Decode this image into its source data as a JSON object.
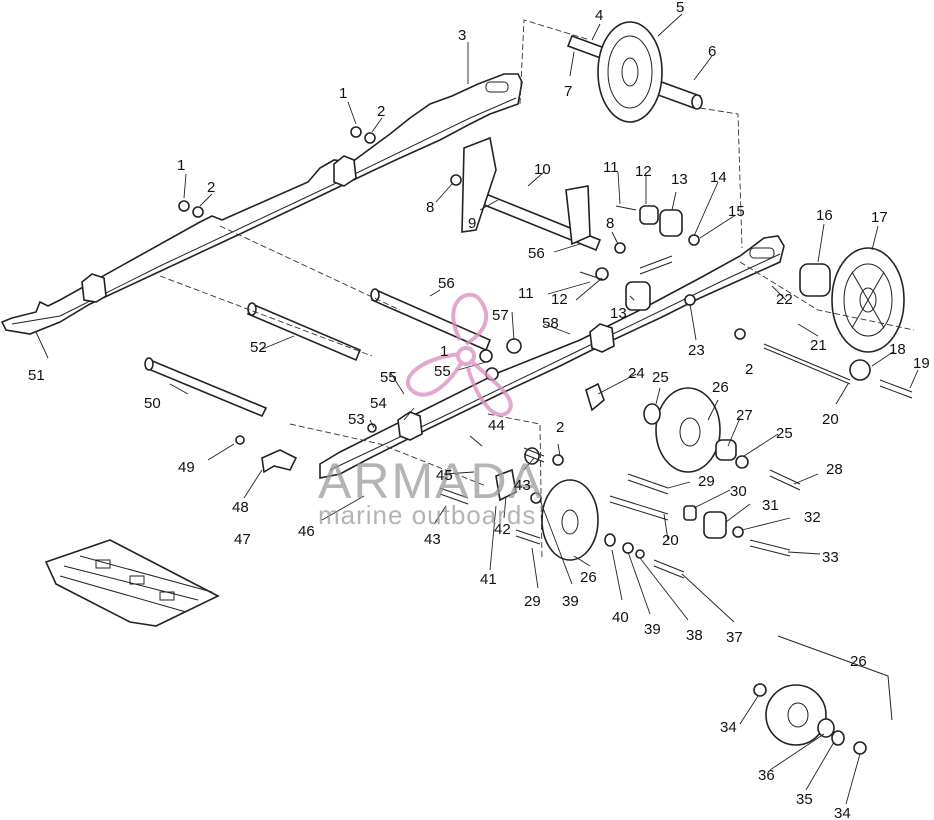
{
  "callouts": [
    {
      "id": "c1a",
      "text": "1"
    },
    {
      "id": "c1b",
      "text": "1"
    },
    {
      "id": "c1c",
      "text": "1"
    },
    {
      "id": "c2a",
      "text": "2"
    },
    {
      "id": "c2b",
      "text": "2"
    },
    {
      "id": "c2c",
      "text": "2"
    },
    {
      "id": "c2d",
      "text": "2"
    },
    {
      "id": "c3",
      "text": "3"
    },
    {
      "id": "c4",
      "text": "4"
    },
    {
      "id": "c5",
      "text": "5"
    },
    {
      "id": "c6",
      "text": "6"
    },
    {
      "id": "c7",
      "text": "7"
    },
    {
      "id": "c8a",
      "text": "8"
    },
    {
      "id": "c8b",
      "text": "8"
    },
    {
      "id": "c9",
      "text": "9"
    },
    {
      "id": "c10",
      "text": "10"
    },
    {
      "id": "c11a",
      "text": "11"
    },
    {
      "id": "c11b",
      "text": "11"
    },
    {
      "id": "c12a",
      "text": "12"
    },
    {
      "id": "c12b",
      "text": "12"
    },
    {
      "id": "c13a",
      "text": "13"
    },
    {
      "id": "c13b",
      "text": "13"
    },
    {
      "id": "c14",
      "text": "14"
    },
    {
      "id": "c15",
      "text": "15"
    },
    {
      "id": "c16",
      "text": "16"
    },
    {
      "id": "c17",
      "text": "17"
    },
    {
      "id": "c18",
      "text": "18"
    },
    {
      "id": "c19",
      "text": "19"
    },
    {
      "id": "c20a",
      "text": "20"
    },
    {
      "id": "c20b",
      "text": "20"
    },
    {
      "id": "c21",
      "text": "21"
    },
    {
      "id": "c22",
      "text": "22"
    },
    {
      "id": "c23",
      "text": "23"
    },
    {
      "id": "c24",
      "text": "24"
    },
    {
      "id": "c25a",
      "text": "25"
    },
    {
      "id": "c25b",
      "text": "25"
    },
    {
      "id": "c26a",
      "text": "26"
    },
    {
      "id": "c26b",
      "text": "26"
    },
    {
      "id": "c26c",
      "text": "26"
    },
    {
      "id": "c27",
      "text": "27"
    },
    {
      "id": "c28",
      "text": "28"
    },
    {
      "id": "c29a",
      "text": "29"
    },
    {
      "id": "c29b",
      "text": "29"
    },
    {
      "id": "c30",
      "text": "30"
    },
    {
      "id": "c31",
      "text": "31"
    },
    {
      "id": "c32",
      "text": "32"
    },
    {
      "id": "c33",
      "text": "33"
    },
    {
      "id": "c34a",
      "text": "34"
    },
    {
      "id": "c34b",
      "text": "34"
    },
    {
      "id": "c35",
      "text": "35"
    },
    {
      "id": "c36",
      "text": "36"
    },
    {
      "id": "c37",
      "text": "37"
    },
    {
      "id": "c38",
      "text": "38"
    },
    {
      "id": "c39a",
      "text": "39"
    },
    {
      "id": "c39b",
      "text": "39"
    },
    {
      "id": "c40",
      "text": "40"
    },
    {
      "id": "c41",
      "text": "41"
    },
    {
      "id": "c42",
      "text": "42"
    },
    {
      "id": "c43a",
      "text": "43"
    },
    {
      "id": "c43b",
      "text": "43"
    },
    {
      "id": "c44",
      "text": "44"
    },
    {
      "id": "c45",
      "text": "45"
    },
    {
      "id": "c46",
      "text": "46"
    },
    {
      "id": "c47",
      "text": "47"
    },
    {
      "id": "c48",
      "text": "48"
    },
    {
      "id": "c49",
      "text": "49"
    },
    {
      "id": "c50",
      "text": "50"
    },
    {
      "id": "c51",
      "text": "51"
    },
    {
      "id": "c52",
      "text": "52"
    },
    {
      "id": "c53",
      "text": "53"
    },
    {
      "id": "c54",
      "text": "54"
    },
    {
      "id": "c55a",
      "text": "55"
    },
    {
      "id": "c55b",
      "text": "55"
    },
    {
      "id": "c56a",
      "text": "56"
    },
    {
      "id": "c56b",
      "text": "56"
    },
    {
      "id": "c57",
      "text": "57"
    },
    {
      "id": "c58",
      "text": "58"
    }
  ],
  "watermark": {
    "brand": "ARMADA",
    "tagline": "marine outboards",
    "color": "#d98cc0"
  }
}
